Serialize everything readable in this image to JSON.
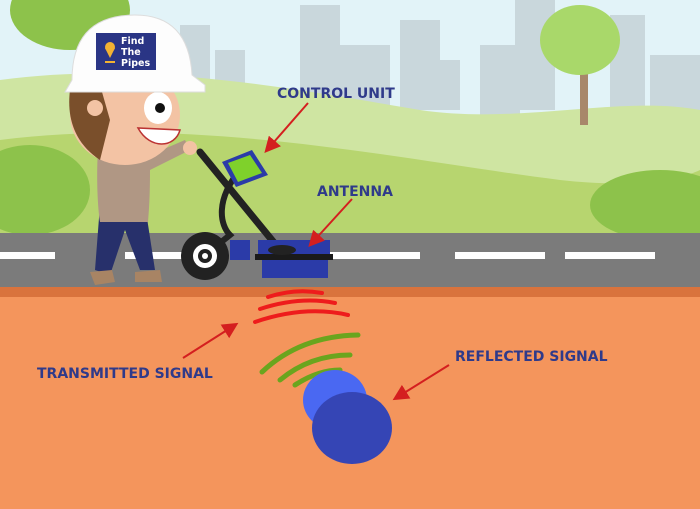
{
  "logo": {
    "line1": "Find",
    "line2": "The",
    "line3": "Pipes"
  },
  "labels": {
    "control_unit": "CONTROL UNIT",
    "antenna": "ANTENNA",
    "transmitted_signal": "TRANSMITTED SIGNAL",
    "reflected_signal": "REFLECTED SIGNAL"
  },
  "colors": {
    "label": "#2f3a8a",
    "arrow": "#d41f1f",
    "soil": "#f4955c",
    "road": "#7b7b7b",
    "sky": "#e2f3f8",
    "transmitted": "#ee1c1c",
    "reflected": "#6aa51e",
    "pipe": "#3f4fc8"
  }
}
